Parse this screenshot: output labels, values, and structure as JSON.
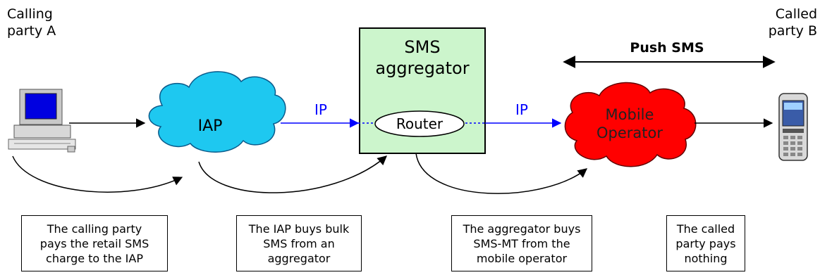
{
  "calling_party": "Calling\nparty A",
  "called_party": "Called\nparty B",
  "aggregator": "SMS\naggregator",
  "router": "Router",
  "iap": "IAP",
  "mobile_operator": "Mobile\nOperator",
  "push_sms": "Push SMS",
  "ip_left": "IP",
  "ip_right": "IP",
  "boxes": [
    "The calling party\npays the retail SMS\ncharge to the IAP",
    "The IAP buys bulk\nSMS from an\naggregator",
    "The aggregator buys\nSMS-MT from the\nmobile operator",
    "The called\nparty pays\nnothing"
  ],
  "colors": {
    "iap_cloud": "#1EC8F0",
    "operator_cloud": "#FF0000",
    "aggregator_box": "#CCF5CC",
    "ip_link": "#0000FF"
  }
}
